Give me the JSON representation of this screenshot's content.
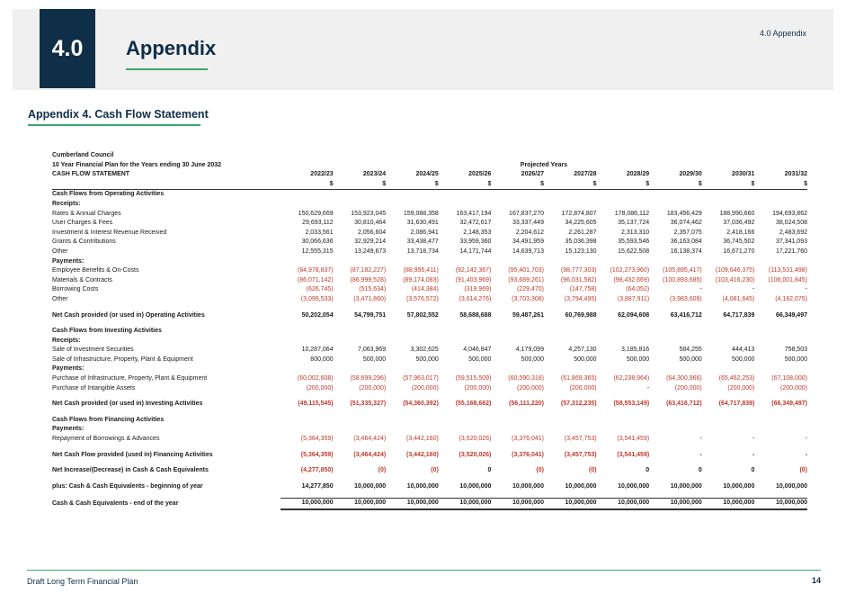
{
  "header": {
    "chapter_number": "4.0",
    "chapter_title": "Appendix",
    "top_right": "4.0 Appendix",
    "section_title": "Appendix 4. Cash Flow Statement"
  },
  "statement": {
    "org": "Cumberland Council",
    "subtitle": "10 Year Financial Plan for the Years ending 30 June 2032",
    "label": "CASH FLOW STATEMENT",
    "projected": "Projected Years",
    "years": [
      "2022/23",
      "2023/24",
      "2024/25",
      "2025/26",
      "2026/27",
      "2027/28",
      "2028/29",
      "2029/30",
      "2030/31",
      "2031/32"
    ],
    "unit": "$",
    "rows": [
      {
        "label": "Cash Flows from Operating Activities",
        "style": "bold",
        "values": []
      },
      {
        "label": "Receipts:",
        "style": "bold",
        "values": []
      },
      {
        "label": "Rates & Annual Charges",
        "values": [
          "150,629,669",
          "153,923,045",
          "159,088,358",
          "163,417,194",
          "167,837,270",
          "172,874,807",
          "178,086,112",
          "183,456,429",
          "188,990,660",
          "194,693,862"
        ]
      },
      {
        "label": "User Charges & Fees",
        "values": [
          "29,693,112",
          "30,810,464",
          "31,630,491",
          "32,472,617",
          "33,337,449",
          "34,225,605",
          "35,137,724",
          "36,074,462",
          "37,036,492",
          "38,024,508"
        ]
      },
      {
        "label": "Investment & Interest Revenue Received",
        "values": [
          "2,033,561",
          "2,056,604",
          "2,086,941",
          "2,148,353",
          "2,204,612",
          "2,261,287",
          "2,313,310",
          "2,357,075",
          "2,418,166",
          "2,483,692"
        ]
      },
      {
        "label": "Grants & Contributions",
        "values": [
          "30,066,636",
          "32,929,214",
          "33,438,477",
          "33,959,360",
          "34,491,959",
          "35,036,398",
          "35,593,546",
          "36,163,084",
          "36,745,502",
          "37,341,093"
        ]
      },
      {
        "label": "Other",
        "values": [
          "12,555,315",
          "13,249,673",
          "13,718,734",
          "14,171,744",
          "14,639,713",
          "15,123,130",
          "15,622,508",
          "16,138,374",
          "16,671,270",
          "17,221,760"
        ]
      },
      {
        "label": "Payments:",
        "style": "bold",
        "values": []
      },
      {
        "label": "Employee Benefits & On-Costs",
        "values": [
          "(84,978,837)",
          "(87,182,227)",
          "(88,995,411)",
          "(92,142,367)",
          "(95,401,703)",
          "(98,777,303)",
          "(102,273,960)",
          "(105,895,417)",
          "(109,646,375)",
          "(113,531,498)"
        ]
      },
      {
        "label": "Materials & Contracts",
        "values": [
          "(86,071,142)",
          "(86,999,528)",
          "(89,174,083)",
          "(91,403,969)",
          "(93,689,261)",
          "(96,031,582)",
          "(98,432,669)",
          "(100,893,685)",
          "(103,416,230)",
          "(106,001,845)"
        ]
      },
      {
        "label": "Borrowing Costs",
        "values": [
          "(626,745)",
          "(515,634)",
          "(414,384)",
          "(319,969)",
          "(229,470)",
          "(147,758)",
          "(64,052)",
          "-",
          "-",
          "-"
        ]
      },
      {
        "label": "Other",
        "values": [
          "(3,099,533)",
          "(3,471,860)",
          "(3,576,572)",
          "(3,614,276)",
          "(3,703,308)",
          "(3,794,495)",
          "(3,887,911)",
          "(3,983,609)",
          "(4,081,645)",
          "(4,182,075)"
        ]
      },
      {
        "label": "",
        "style": "gap",
        "values": []
      },
      {
        "label": "Net Cash provided (or used in) Operating Activities",
        "style": "bold",
        "values": [
          "50,202,054",
          "54,799,751",
          "57,802,552",
          "58,688,688",
          "59,487,261",
          "60,769,988",
          "62,094,608",
          "63,416,712",
          "64,717,839",
          "66,349,497"
        ]
      },
      {
        "label": "",
        "style": "gap",
        "values": []
      },
      {
        "label": "Cash Flows from Investing Activities",
        "style": "bold",
        "values": []
      },
      {
        "label": "Receipts:",
        "style": "bold",
        "values": []
      },
      {
        "label": "Sale of Investment Securities",
        "values": [
          "10,287,064",
          "7,063,969",
          "3,302,625",
          "4,046,847",
          "4,179,099",
          "4,257,130",
          "3,185,816",
          "584,255",
          "444,413",
          "758,503"
        ]
      },
      {
        "label": "Sale of Infrastructure, Property, Plant & Equipment",
        "values": [
          "800,000",
          "500,000",
          "500,000",
          "500,000",
          "500,000",
          "500,000",
          "500,000",
          "500,000",
          "500,000",
          "500,000"
        ]
      },
      {
        "label": "Payments:",
        "style": "bold",
        "values": []
      },
      {
        "label": "Purchase of Infrastructure, Property, Plant & Equipment",
        "values": [
          "(60,002,608)",
          "(58,699,296)",
          "(57,963,017)",
          "(59,515,509)",
          "(60,590,318)",
          "(61,869,365)",
          "(62,238,964)",
          "(64,300,966)",
          "(65,462,253)",
          "(67,108,000)"
        ]
      },
      {
        "label": "Purchase of Intangible Assets",
        "values": [
          "(200,000)",
          "(200,000)",
          "(200,000)",
          "(200,000)",
          "(200,000)",
          "(200,000)",
          "-",
          "(200,000)",
          "(200,000)",
          "(200,000)"
        ]
      },
      {
        "label": "",
        "style": "gap",
        "values": []
      },
      {
        "label": "Net Cash provided (or used in) Investing Activities",
        "style": "bold",
        "values": [
          "(49,115,545)",
          "(51,335,327)",
          "(54,360,392)",
          "(55,168,662)",
          "(56,111,220)",
          "(57,312,235)",
          "(58,553,149)",
          "(63,416,712)",
          "(64,717,839)",
          "(66,349,497)"
        ]
      },
      {
        "label": "",
        "style": "gap",
        "values": []
      },
      {
        "label": "Cash Flows from Financing Activities",
        "style": "bold",
        "values": []
      },
      {
        "label": "Payments:",
        "style": "bold",
        "values": []
      },
      {
        "label": "Repayment of Borrowings & Advances",
        "values": [
          "(5,364,359)",
          "(3,464,424)",
          "(3,442,160)",
          "(3,520,026)",
          "(3,376,041)",
          "(3,457,753)",
          "(3,541,459)",
          "-",
          "-",
          "-"
        ]
      },
      {
        "label": "",
        "style": "gap",
        "values": []
      },
      {
        "label": "Net Cash Flow provided (used in) Financing Activities",
        "style": "bold",
        "values": [
          "(5,364,359)",
          "(3,464,424)",
          "(3,442,160)",
          "(3,520,026)",
          "(3,376,041)",
          "(3,457,753)",
          "(3,541,459)",
          "-",
          "-",
          "-"
        ]
      },
      {
        "label": "",
        "style": "gap",
        "values": []
      },
      {
        "label": "Net Increase/(Decrease) in Cash & Cash Equivalents",
        "style": "bold",
        "values": [
          "(4,277,850)",
          "(0)",
          "(0)",
          "0",
          "(0)",
          "(0)",
          "0",
          "0",
          "0",
          "(0)"
        ]
      },
      {
        "label": "",
        "style": "gap",
        "values": []
      },
      {
        "label": "plus: Cash & Cash Equivalents - beginning of year",
        "style": "bold",
        "values": [
          "14,277,850",
          "10,000,000",
          "10,000,000",
          "10,000,000",
          "10,000,000",
          "10,000,000",
          "10,000,000",
          "10,000,000",
          "10,000,000",
          "10,000,000"
        ]
      },
      {
        "label": "",
        "style": "gap",
        "values": []
      },
      {
        "label": "Cash & Cash Equivalents - end of the year",
        "style": "bold final",
        "values": [
          "10,000,000",
          "10,000,000",
          "10,000,000",
          "10,000,000",
          "10,000,000",
          "10,000,000",
          "10,000,000",
          "10,000,000",
          "10,000,000",
          "10,000,000"
        ]
      }
    ]
  },
  "footer": {
    "left": "Draft Long Term Financial Plan",
    "page": "14"
  },
  "colors": {
    "navy": "#0f2e47",
    "green": "#3aa76d",
    "negative": "#c0392b"
  }
}
